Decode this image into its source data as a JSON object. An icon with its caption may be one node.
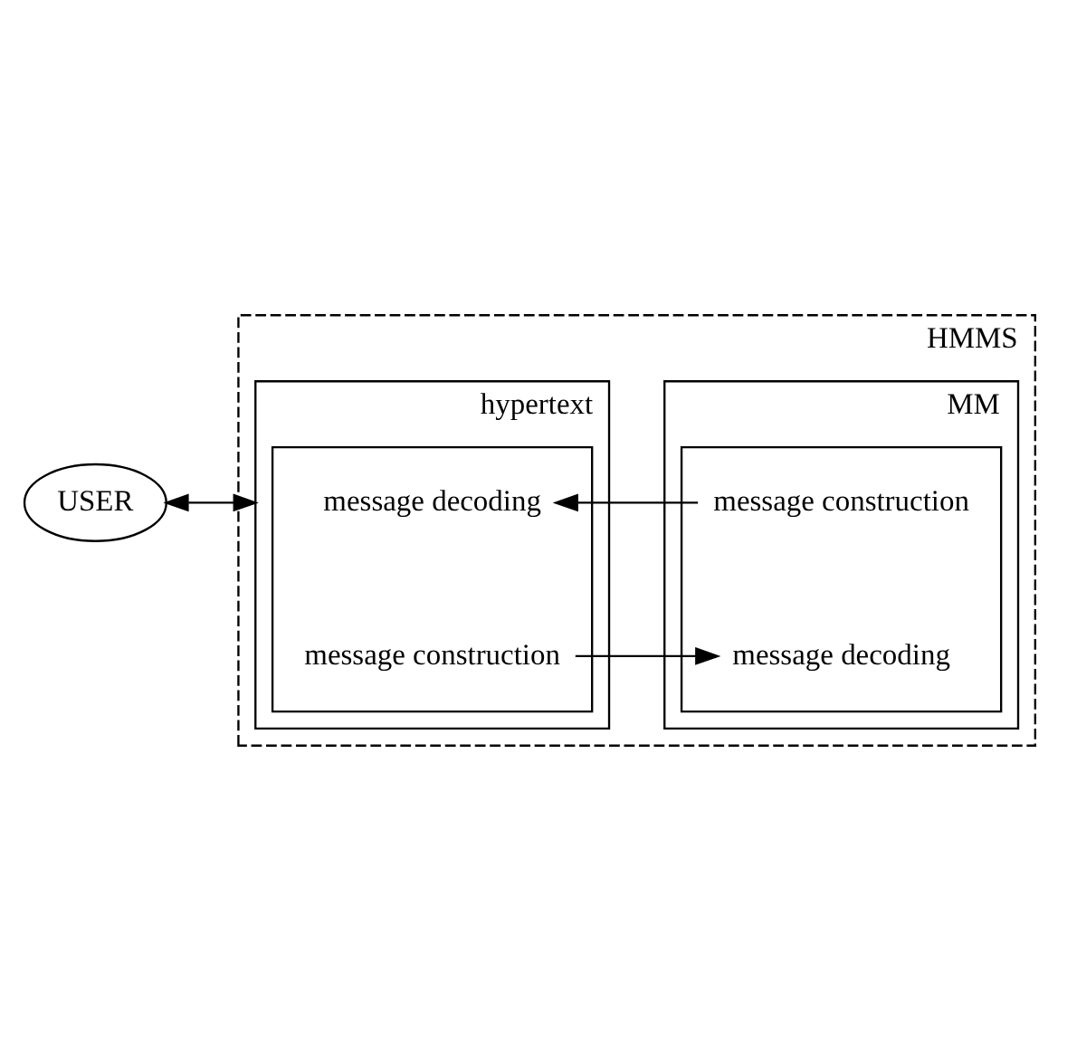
{
  "diagram": {
    "nodes": [
      {
        "text": [
          "HMMS"
        ]
      },
      {
        "text": [
          "hypertext"
        ],
        "in": 0
      },
      {
        "text": [],
        "shape": "box",
        "in": 1
      },
      {
        "text": [
          "message decoding"
        ],
        "in": 2
      },
      {
        "text": [
          "message construction"
        ],
        "in": 2
      },
      {
        "text": [
          "MM"
        ],
        "in": 0
      },
      {
        "text": [],
        "shape": "box",
        "in": 5
      },
      {
        "text": [
          "message construction"
        ],
        "in": 6
      },
      {
        "text": [
          "message decoding"
        ],
        "in": 6
      },
      {
        "text": [
          "USER"
        ]
      }
    ],
    "edges": [
      {
        "from": 9,
        "to": 1,
        "arrow": "both"
      },
      {
        "from": 7,
        "to": 3,
        "arrow": "to"
      },
      {
        "from": 4,
        "to": 8,
        "arrow": "to"
      }
    ]
  }
}
